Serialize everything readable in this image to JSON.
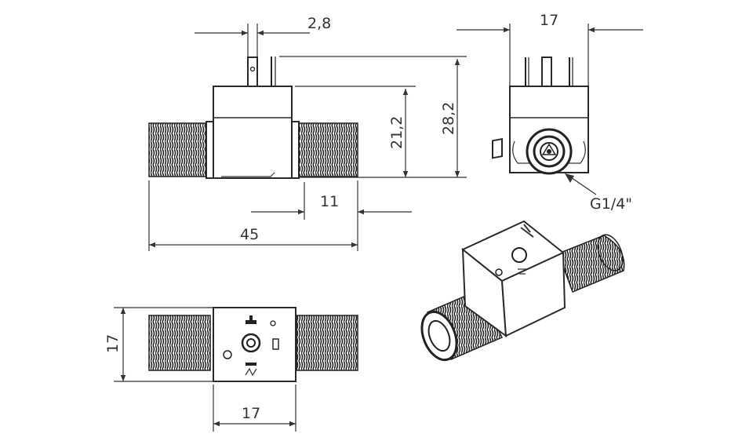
{
  "dimensions": {
    "pin_width": "2,8",
    "side_width": "17",
    "height_pins": "28,2",
    "height_body": "21,2",
    "offset": "11",
    "length": "45",
    "top_width": "17",
    "top_depth": "17"
  },
  "labels": {
    "thread_size": "G1/4\""
  },
  "colors": {
    "line": "#333333",
    "background": "#ffffff"
  }
}
